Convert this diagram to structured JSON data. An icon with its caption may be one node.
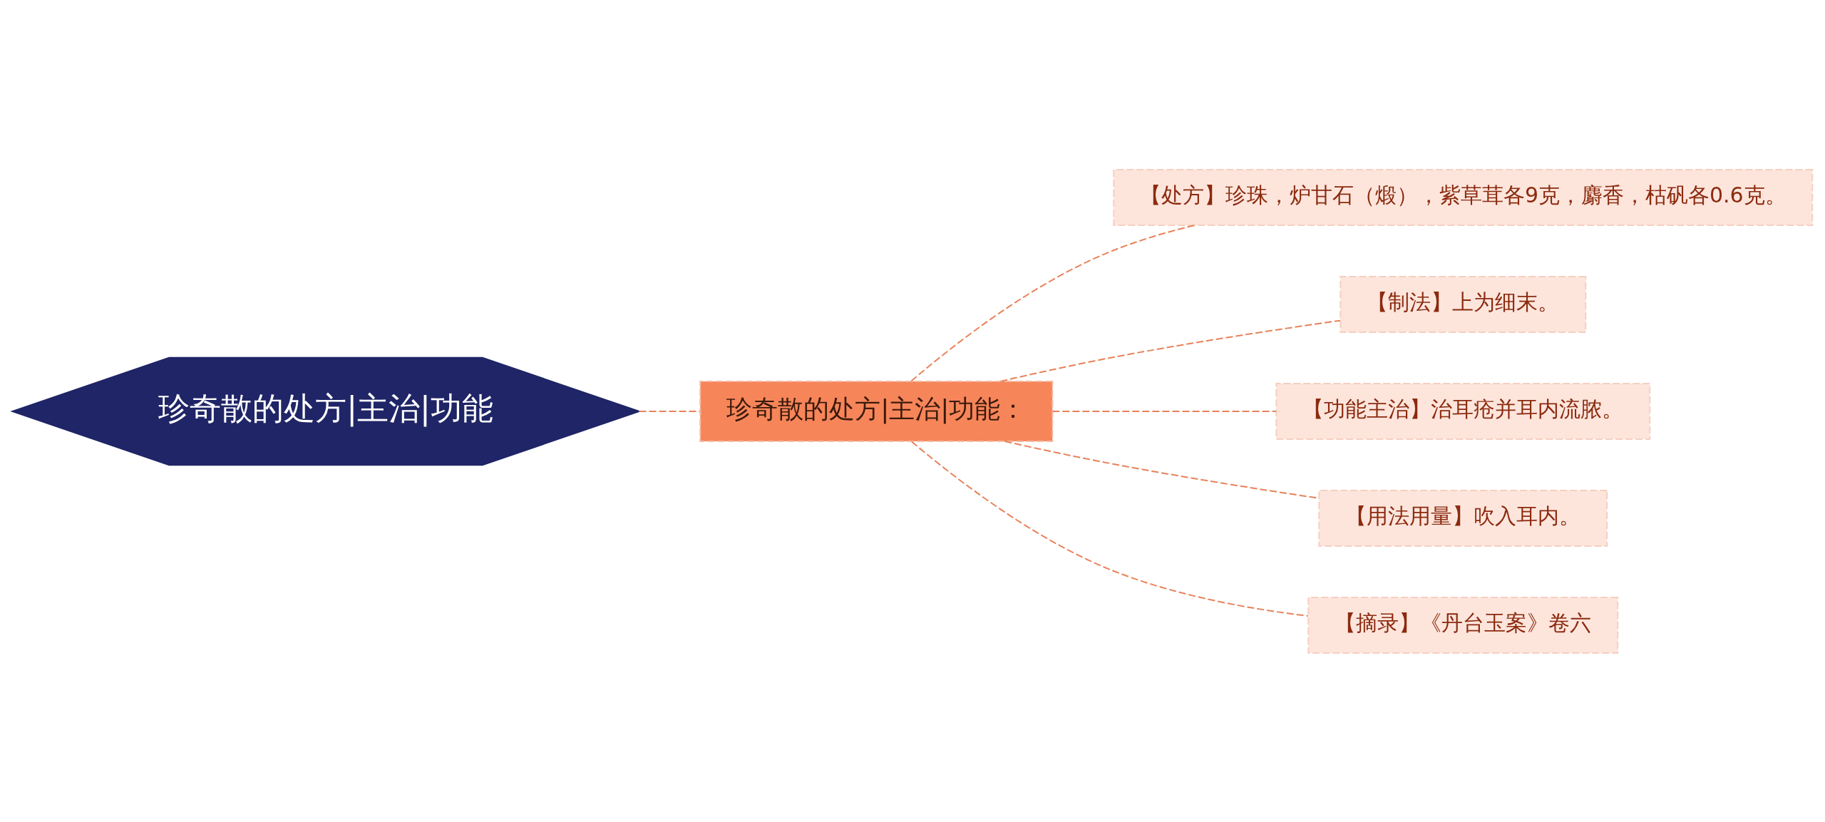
{
  "diagram": {
    "nodes": [
      {
        "text": [
          "珍奇散的处方|主治|功能"
        ]
      },
      {
        "text": [
          "珍奇散的处方|主治|功能："
        ]
      },
      {
        "text": [
          "【处方】珍珠，炉甘石（煅），紫草茸各9克，麝香，枯矾各0.6克。"
        ]
      },
      {
        "text": [
          "【制法】上为细末。"
        ]
      },
      {
        "text": [
          "【功能主治】治耳疮并耳内流脓。"
        ]
      },
      {
        "text": [
          "【用法用量】吹入耳内。"
        ]
      },
      {
        "text": [
          "【摘录】《丹台玉案》卷六"
        ]
      }
    ],
    "edges": [
      {
        "from": 0,
        "to": 1,
        "arrow": "none",
        "style": "dashed"
      },
      {
        "from": 1,
        "to": 2,
        "arrow": "none",
        "style": "dashed"
      },
      {
        "from": 1,
        "to": 3,
        "arrow": "none",
        "style": "dashed"
      },
      {
        "from": 1,
        "to": 4,
        "arrow": "none",
        "style": "dashed"
      },
      {
        "from": 1,
        "to": 5,
        "arrow": "none",
        "style": "dashed"
      },
      {
        "from": 1,
        "to": 6,
        "arrow": "none",
        "style": "dashed"
      }
    ]
  }
}
